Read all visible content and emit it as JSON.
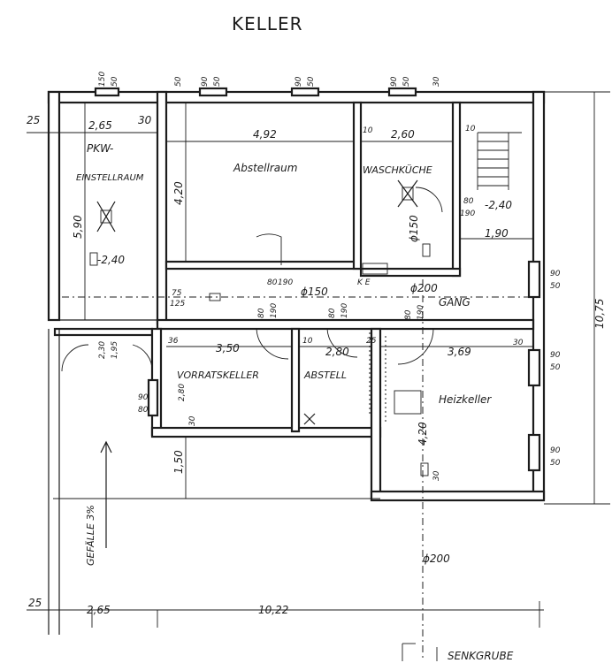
{
  "title": "KELLER",
  "rooms": {
    "pkw_1": "PKW-",
    "pkw_2": "EINSTELLRAUM",
    "abstellraum": "Abstellraum",
    "waschkueche": "WASCHKÜCHE",
    "gang": "GANG",
    "vorratskeller": "VORRATSKELLER",
    "abstell": "ABSTELL",
    "heizkeller": "Heizkeller",
    "senkgrube": "SENKGRUBE",
    "gefaelle": "GEFÄLLE 3%"
  },
  "dims": {
    "d25_top": "25",
    "d265_top": "2,65",
    "d30_pkw": "30",
    "d492": "4,92",
    "d10_wk": "10",
    "d260": "2,60",
    "d10_stair": "10",
    "d420_abst": "4,20",
    "d590": "5,90",
    "d240_pkw": "-2,40",
    "d80_190_a": "80",
    "d80_190_b": "190",
    "d240_wk": "-2,40",
    "d150_wk": "ϕ150",
    "d190": "1,90",
    "d90_50_a1": "90",
    "d90_50_a2": "50",
    "d1075": "10,75",
    "d75_125_a": "75",
    "d75_125_b": "125",
    "d80_190_c": "80",
    "d80_190_d": "190",
    "d150_gang": "ϕ150",
    "d_ke": "K E",
    "d200_gang": "ϕ200",
    "d80_190_e": "80",
    "d80_190_f": "190",
    "d80_190_g": "80",
    "d80_190_h": "190",
    "d80_190_i": "80",
    "d80_190_j": "190",
    "d36": "36",
    "d350": "3,50",
    "d10_abst": "10",
    "d280": "2,80",
    "d25_mid": "25",
    "d369": "3,69",
    "d30_heiz": "30",
    "d90_50_b1": "90",
    "d90_50_b2": "50",
    "d230": "2,30",
    "d195": "1,95",
    "d90_80_1": "90",
    "d90_80_2": "80",
    "d280_vr": "2,80",
    "d30_vr": "30",
    "d420_heiz": "4,20",
    "d90_50_c1": "90",
    "d90_50_c2": "50",
    "d150_bot": "1,50",
    "d30_heiz2": "30",
    "d200_bot": "ϕ200",
    "d25_bot": "25",
    "d265_bot": "2,65",
    "d1022": "10,22",
    "top_150_50": "150",
    "top_150_50b": "50",
    "top_50": "50",
    "top_90_a": "90",
    "top_50_a": "50",
    "top_90_b": "90",
    "top_50_b": "50",
    "top_90_c": "90",
    "top_50_c": "50",
    "top_30": "30"
  }
}
